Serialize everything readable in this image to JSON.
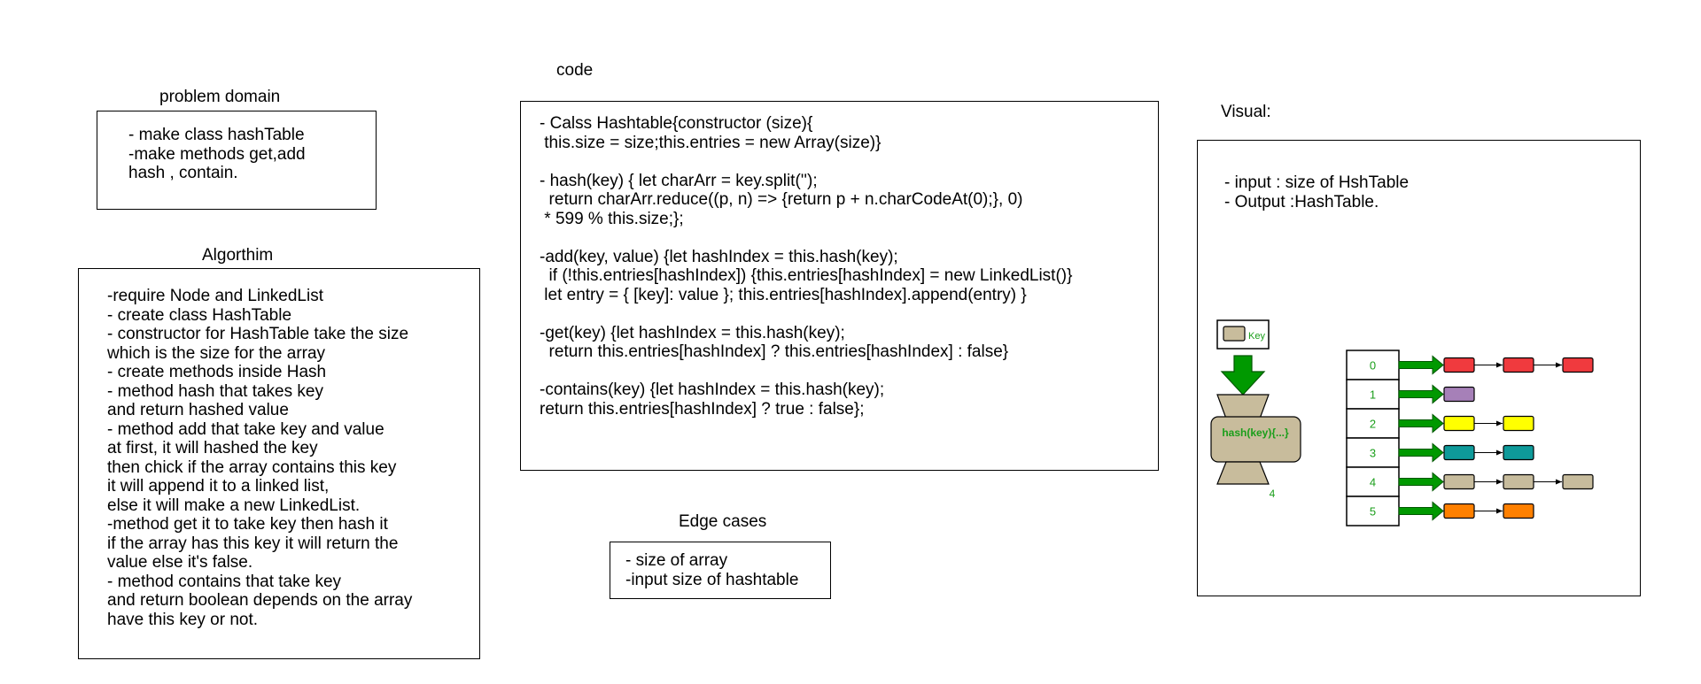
{
  "problem_domain": {
    "title": "problem domain",
    "lines": [
      "- make class hashTable",
      "-make methods get,add",
      "hash , contain."
    ]
  },
  "algorithm": {
    "title": "Algorthim",
    "lines": [
      "-require Node and LinkedList",
      "- create class HashTable",
      "- constructor for HashTable take the size",
      "which is the size for the array",
      "- create methods inside Hash",
      "- method hash that takes key",
      "and return hashed value",
      "- method add that take key and value",
      "at first, it will hashed the key",
      "then chick if the array contains this key",
      "it will append it to a linked list,",
      "else it will make a new LinkedList.",
      "-method get it to take key then hash it",
      "if the array has this key it will return the",
      "value else it's false.",
      "- method contains that take key",
      "and return boolean depends on the array",
      "have this key or not."
    ]
  },
  "code": {
    "title": "code",
    "lines": [
      "- Calss Hashtable{constructor (size){",
      " this.size = size;this.entries = new Array(size)}",
      "",
      "- hash(key) { let charArr = key.split('');",
      "  return charArr.reduce((p, n) => {return p + n.charCodeAt(0);}, 0)",
      " * 599 % this.size;};",
      "",
      "-add(key, value) {let hashIndex = this.hash(key);",
      "  if (!this.entries[hashIndex]) {this.entries[hashIndex] = new LinkedList()}",
      " let entry = { [key]: value }; this.entries[hashIndex].append(entry) }",
      "",
      "-get(key) {let hashIndex = this.hash(key);",
      "  return this.entries[hashIndex] ? this.entries[hashIndex] : false}",
      "",
      "-contains(key) {let hashIndex = this.hash(key);",
      "return this.entries[hashIndex] ? true : false};"
    ]
  },
  "edge_cases": {
    "title": "Edge cases",
    "lines": [
      "- size of array",
      "-input size of hashtable"
    ]
  },
  "visual": {
    "title": "Visual:",
    "lines": [
      "- input : size of HshTable",
      "- Output :HashTable."
    ],
    "key_label": "Key",
    "hash_label": "hash(key){...}",
    "hash_output": "4",
    "buckets": [
      {
        "index": "0",
        "nodes": [
          "#f03a3e",
          "#f03a3e",
          "#f03a3e"
        ]
      },
      {
        "index": "1",
        "nodes": [
          "#a680b8"
        ]
      },
      {
        "index": "2",
        "nodes": [
          "#ffff00",
          "#ffff00"
        ]
      },
      {
        "index": "3",
        "nodes": [
          "#0e9a9a",
          "#0e9a9a"
        ]
      },
      {
        "index": "4",
        "nodes": [
          "#c7bc9d",
          "#c7bc9d",
          "#c7bc9d"
        ]
      },
      {
        "index": "5",
        "nodes": [
          "#ff8000",
          "#ff8000"
        ]
      }
    ],
    "colors": {
      "label_green": "#1a9e1a",
      "arrow_green": "#009900",
      "arrow_dark": "#005700",
      "funnel_tan": "#c8bc9c"
    }
  }
}
